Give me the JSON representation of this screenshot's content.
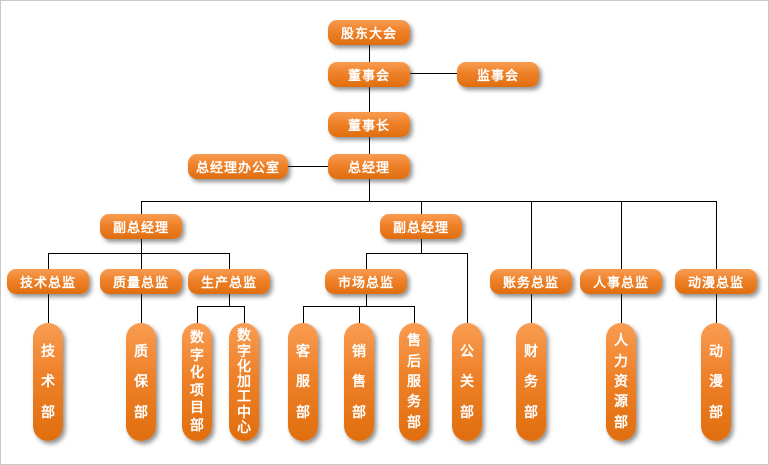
{
  "org_chart": {
    "nodes": {
      "shareholders_meeting": "股东大会",
      "board_of_directors": "董事会",
      "supervisory_board": "监事会",
      "chairman": "董事长",
      "gm_office": "总经理办公室",
      "general_manager": "总经理",
      "deputy_gm_left": "副总经理",
      "deputy_gm_right": "副总经理",
      "tech_director": "技术总监",
      "quality_director": "质量总监",
      "production_director": "生产总监",
      "market_director": "市场总监",
      "accounting_director": "账务总监",
      "hr_director": "人事总监",
      "anime_director": "动漫总监",
      "tech_dept": "技术部",
      "qa_dept": "质保部",
      "digital_project_dept": "数字化项目部",
      "digital_processing_center": "数字化加工中心",
      "customer_service_dept": "客服部",
      "sales_dept": "销售部",
      "after_sales_dept": "售后服务部",
      "pr_dept": "公关部",
      "finance_dept": "财务部",
      "hr_dept": "人力资源部",
      "anime_dept": "动漫部"
    },
    "colors": {
      "node_fill": "#EE8129",
      "node_text": "#FFFFFF",
      "connector": "#000000"
    }
  }
}
